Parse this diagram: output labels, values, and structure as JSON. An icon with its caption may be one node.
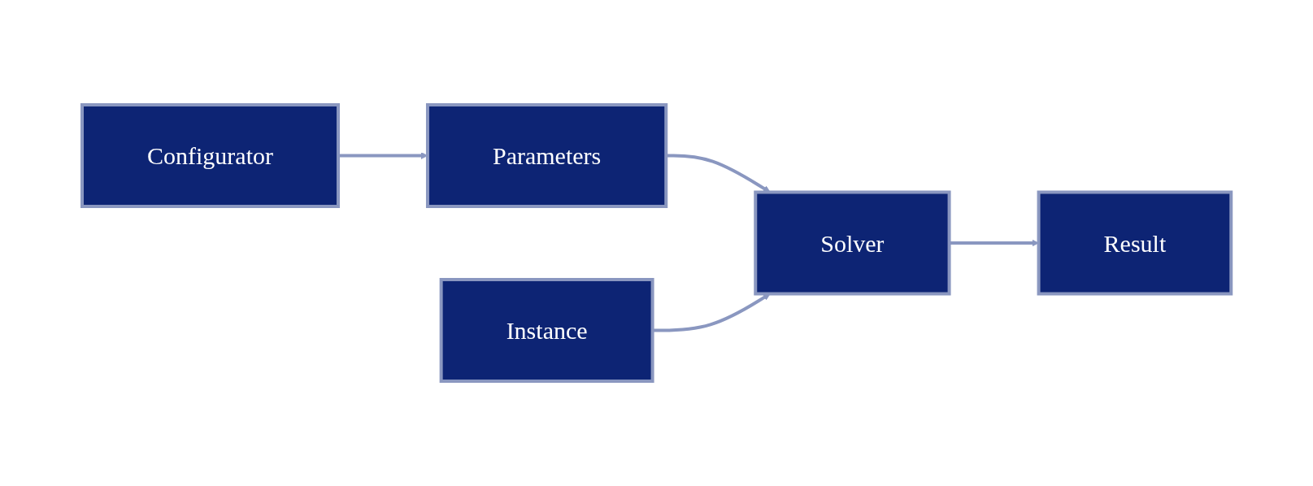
{
  "diagram": {
    "nodes": [
      {
        "text": [
          "Configurator"
        ]
      },
      {
        "text": [
          "Parameters"
        ]
      },
      {
        "text": [
          "Instance"
        ]
      },
      {
        "text": [
          "Solver"
        ]
      },
      {
        "text": [
          "Result"
        ]
      }
    ],
    "edges": [
      {
        "from": 0,
        "to": 1,
        "arrow": "to"
      },
      {
        "from": 1,
        "to": 3,
        "arrow": "to"
      },
      {
        "from": 2,
        "to": 3,
        "arrow": "to"
      },
      {
        "from": 3,
        "to": 4,
        "arrow": "to"
      }
    ]
  }
}
